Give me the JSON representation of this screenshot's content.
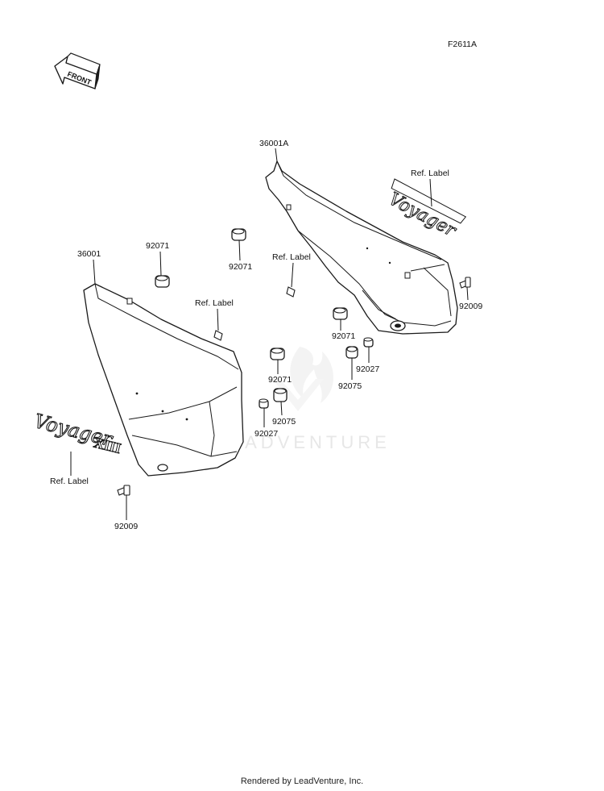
{
  "figure_code": "F2611A",
  "direction_arrow": {
    "text": "FRONT"
  },
  "watermark": "LEADVENTURE",
  "emblem": {
    "script": "Voyager",
    "numeral": "XIII"
  },
  "callouts": {
    "part_36001A": "36001A",
    "part_36001": "36001",
    "grommet_top_left": "92071",
    "grommet_top_center": "92071",
    "grommet_right": "92071",
    "grommet_center": "92071",
    "ref_label_emblem_right": "Ref. Label",
    "ref_label_center": "Ref. Label",
    "ref_label_left_small": "Ref. Label",
    "ref_label_emblem_left": "Ref. Label",
    "screw_right": "92009",
    "screw_left": "92009",
    "collar_right": "92027",
    "collar_center": "92027",
    "grommet_right_lower": "92075",
    "grommet_center_lower": "92075"
  },
  "footer": "Rendered by LeadVenture, Inc."
}
